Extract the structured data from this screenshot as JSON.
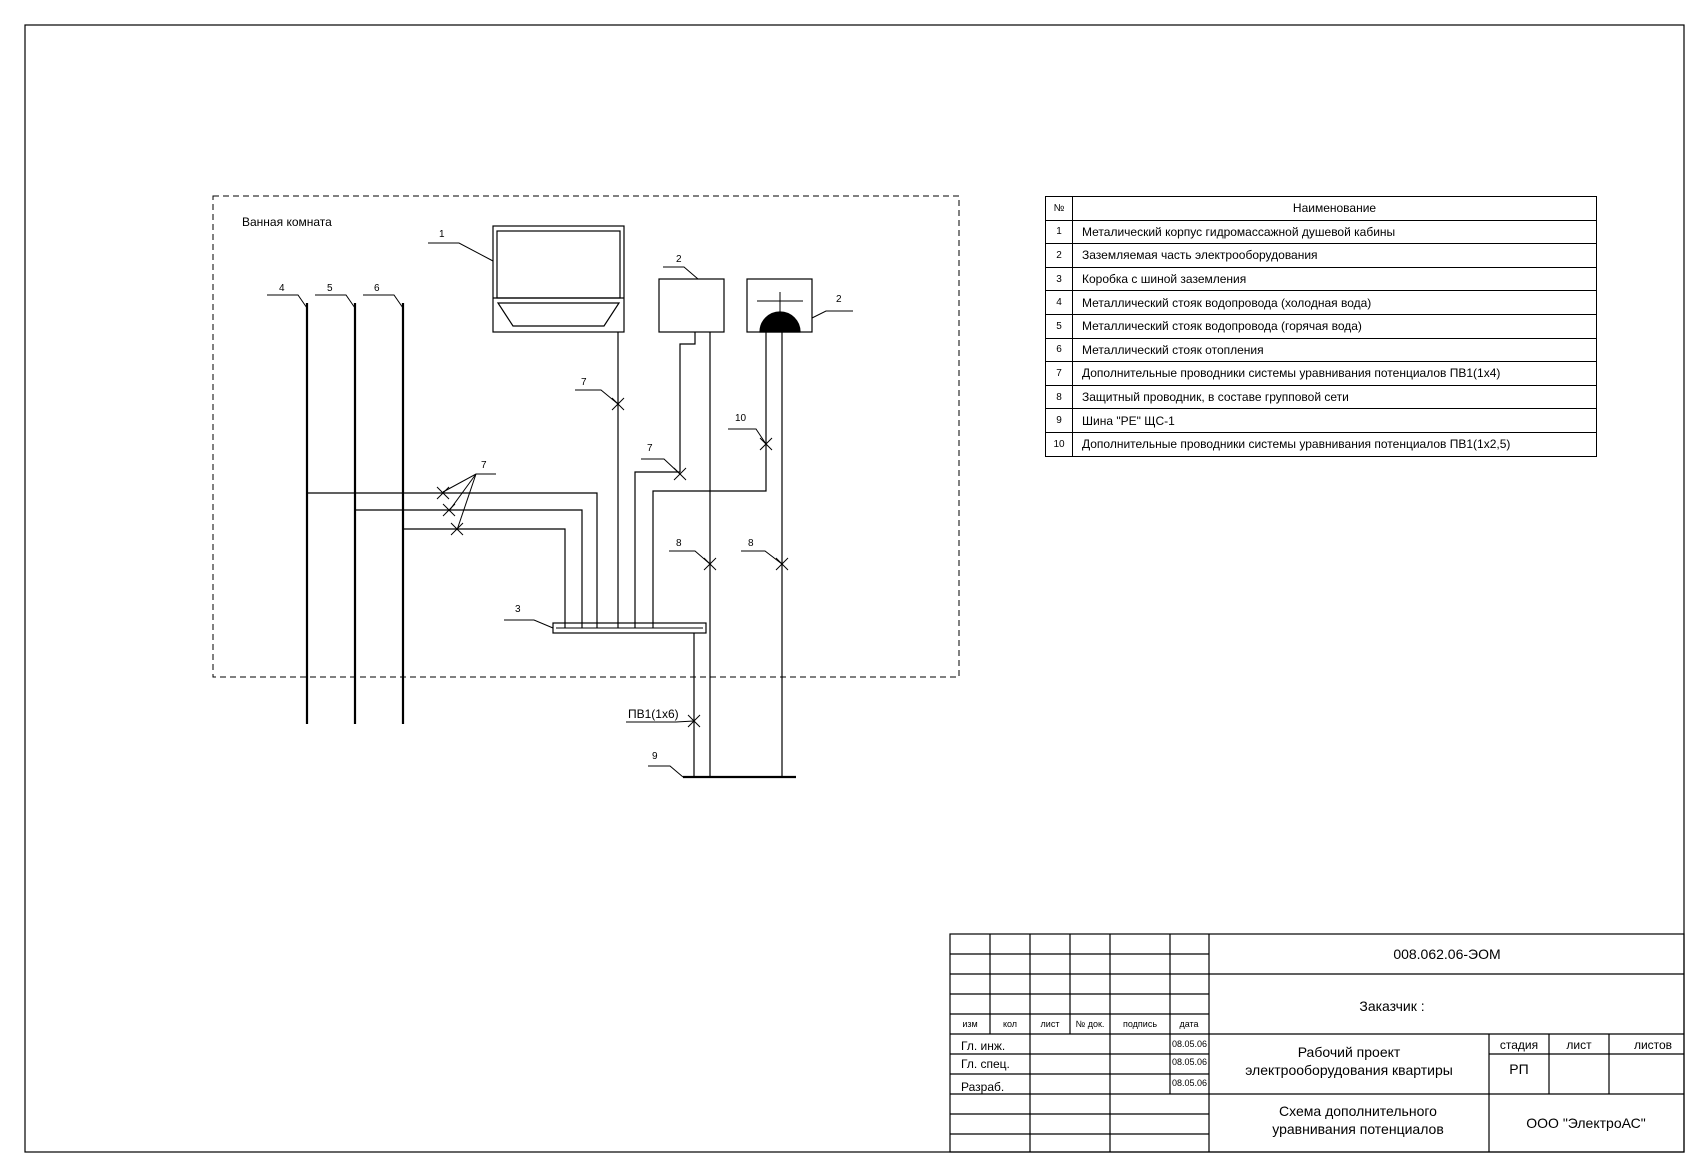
{
  "room_label": "Ванная комната",
  "callouts": {
    "c1": "1",
    "c2a": "2",
    "c2b": "2",
    "c3": "3",
    "c4": "4",
    "c5": "5",
    "c6": "6",
    "c7a": "7",
    "c7b": "7",
    "c7c": "7",
    "c8a": "8",
    "c8b": "8",
    "c9": "9",
    "c10": "10",
    "pv_label": "ПВ1(1х6)"
  },
  "legend": {
    "header_no": "№",
    "header_name": "Наименование",
    "rows": [
      {
        "no": "1",
        "name": "Металический корпус гидромассажной душевой кабины"
      },
      {
        "no": "2",
        "name": "Заземляемая часть электрооборудования"
      },
      {
        "no": "3",
        "name": "Коробка с шиной заземления"
      },
      {
        "no": "4",
        "name": "Металлический стояк водопровода (холодная вода)"
      },
      {
        "no": "5",
        "name": "Металлический стояк водопровода (горячая вода)"
      },
      {
        "no": "6",
        "name": "Металлический стояк отопления"
      },
      {
        "no": "7",
        "name": "Дополнительные проводники системы уравнивания потенциалов  ПВ1(1х4)"
      },
      {
        "no": "8",
        "name": "Защитный проводник, в составе групповой сети"
      },
      {
        "no": "9",
        "name": "Шина \"PE\" ЩС-1"
      },
      {
        "no": "10",
        "name": "Дополнительные проводники системы уравнивания потенциалов ПВ1(1х2,5)"
      }
    ]
  },
  "title_block": {
    "doc_code": "008.062.06-ЭОМ",
    "customer": "Заказчик :",
    "col_izm": "изм",
    "col_kol": "кол",
    "col_list": "лист",
    "col_ndoc": "№ док.",
    "col_podpis": "подпись",
    "col_data": "дата",
    "role1": "Гл. инж.",
    "role2": "Гл. спец.",
    "role3": "Разраб.",
    "date1": "08.05.06",
    "date2": "08.05.06",
    "date3": "08.05.06",
    "project_line1": "Рабочий проект",
    "project_line2": "электрооборудования квартиры",
    "stage_label": "стадия",
    "sheet_label": "лист",
    "sheets_label": "листов",
    "stage_value": "РП",
    "drawing_line1": "Схема дополнительного",
    "drawing_line2": "уравнивания потенциалов",
    "company": "ООО \"ЭлектроАС\""
  }
}
